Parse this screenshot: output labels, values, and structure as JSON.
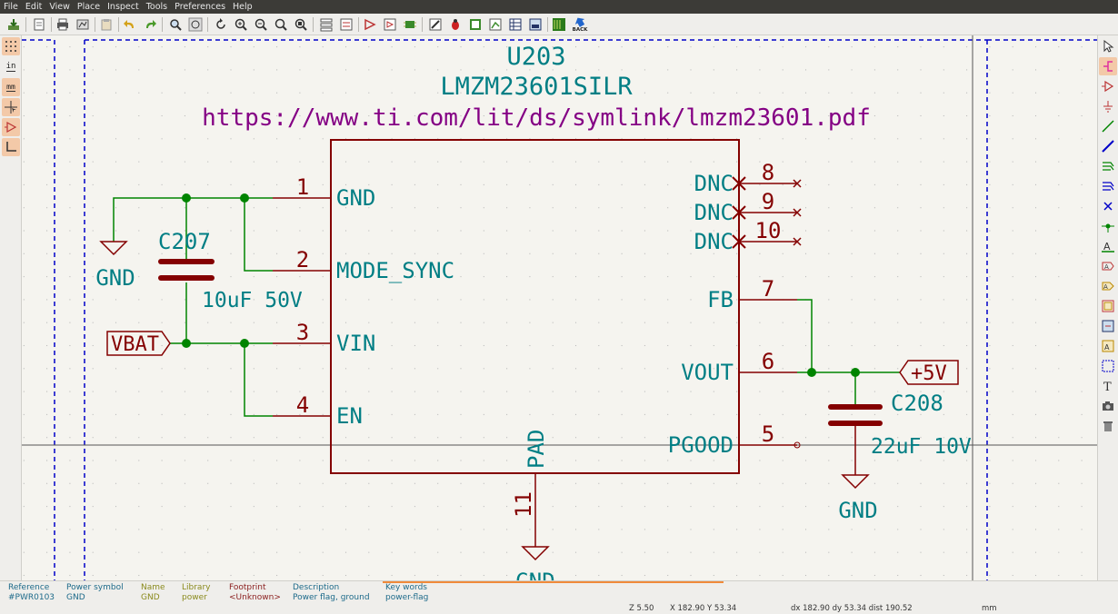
{
  "menu": [
    "File",
    "Edit",
    "View",
    "Place",
    "Inspect",
    "Tools",
    "Preferences",
    "Help"
  ],
  "toolbar": {
    "back_label": "BACK"
  },
  "left_toolbar": {
    "units_in": "in",
    "units_mm": "mm"
  },
  "symbol": {
    "reference": "U203",
    "value": "LMZM23601SILR",
    "datasheet": "https://www.ti.com/lit/ds/symlink/lmzm23601.pdf",
    "pins_left": [
      {
        "num": "1",
        "name": "GND"
      },
      {
        "num": "2",
        "name": "MODE_SYNC"
      },
      {
        "num": "3",
        "name": "VIN"
      },
      {
        "num": "4",
        "name": "EN"
      }
    ],
    "pins_right": [
      {
        "num": "8",
        "name": "DNC"
      },
      {
        "num": "9",
        "name": "DNC"
      },
      {
        "num": "10",
        "name": "DNC"
      },
      {
        "num": "7",
        "name": "FB"
      },
      {
        "num": "6",
        "name": "VOUT"
      },
      {
        "num": "5",
        "name": "PGOOD"
      }
    ],
    "pin_bottom": {
      "num": "11",
      "name": "PAD"
    }
  },
  "parts": {
    "c207_ref": "C207",
    "c207_val": "10uF 50V",
    "c208_ref": "C208",
    "c208_val": "22uF 10V",
    "gnd_label": "GND",
    "vbat_label": "VBAT",
    "v5_label": "+5V"
  },
  "message_panel": [
    {
      "key": "Reference",
      "value": "#PWR0103",
      "key_color": "#1d6a8a",
      "value_color": "#1d6a8a"
    },
    {
      "key": "Power symbol",
      "value": "GND",
      "key_color": "#1d6a8a",
      "value_color": "#1d6a8a"
    },
    {
      "key": "Name",
      "value": "GND",
      "key_color": "#8a8a1d",
      "value_color": "#8a8a1d"
    },
    {
      "key": "Library",
      "value": "power",
      "key_color": "#8a8a1d",
      "value_color": "#8a8a1d"
    },
    {
      "key": "Footprint",
      "value": "<Unknown>",
      "key_color": "#8a1d1d",
      "value_color": "#8a1d1d"
    },
    {
      "key": "Description",
      "value": "Power flag, ground",
      "key_color": "#1d6a8a",
      "value_color": "#1d6a8a"
    },
    {
      "key": "Key words",
      "value": "power-flag",
      "key_color": "#1d6a8a",
      "value_color": "#1d6a8a"
    }
  ],
  "status": {
    "zoom": "Z 5.50",
    "xy": "X 182.90  Y 53.34",
    "dxy": "dx 182.90  dy 53.34  dist 190.52",
    "units": "mm"
  },
  "colors": {
    "body": "#840000",
    "wire": "#008400",
    "text": "#007e84",
    "datasheet": "#840084",
    "sheet_border": "#0000c8"
  }
}
